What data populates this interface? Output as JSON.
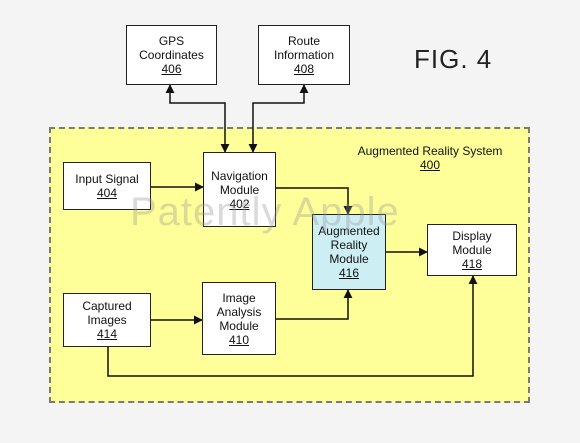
{
  "figure_label": "FIG. 4",
  "watermark": "Patently Apple",
  "system": {
    "title": "Augmented Reality System",
    "ref": "400"
  },
  "boxes": {
    "gps": {
      "lines": [
        "GPS",
        "Coordinates"
      ],
      "ref": "406"
    },
    "route": {
      "lines": [
        "Route",
        "Information"
      ],
      "ref": "408"
    },
    "input": {
      "lines": [
        "Input Signal"
      ],
      "ref": "404"
    },
    "navigation": {
      "lines": [
        "Navigation",
        "Module"
      ],
      "ref": "402"
    },
    "ar_module": {
      "lines": [
        "Augmented",
        "Reality",
        "Module"
      ],
      "ref": "416"
    },
    "display": {
      "lines": [
        "Display",
        "Module"
      ],
      "ref": "418"
    },
    "captured": {
      "lines": [
        "Captured",
        "Images"
      ],
      "ref": "414"
    },
    "image_analysis": {
      "lines": [
        "Image",
        "Analysis",
        "Module"
      ],
      "ref": "410"
    }
  },
  "colors": {
    "system_fill": "#ffff99",
    "ar_module_fill": "#cdeff4",
    "box_fill": "#ffffff",
    "line": "#111111"
  }
}
